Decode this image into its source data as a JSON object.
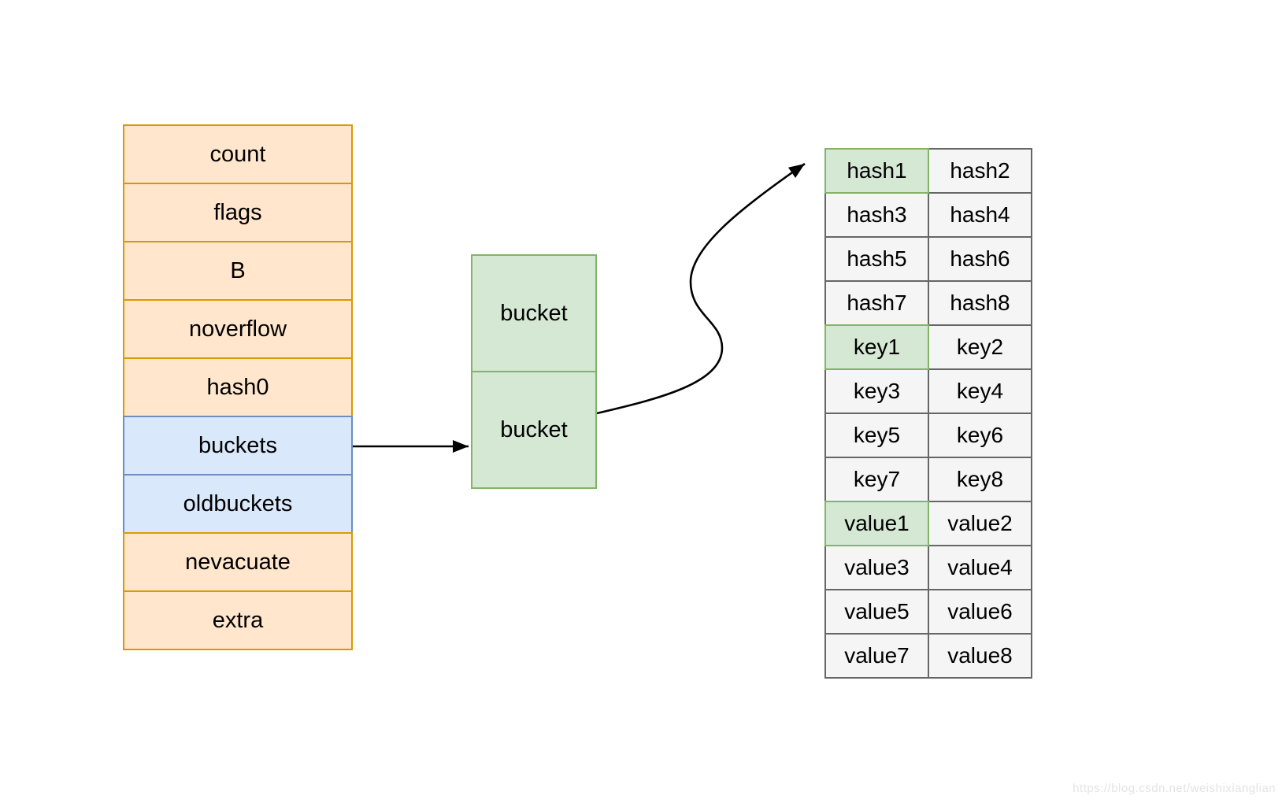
{
  "diagram": {
    "title_hint": "go hmap structure diagram",
    "hmap": {
      "cells": [
        {
          "label": "count",
          "type": "orange"
        },
        {
          "label": "flags",
          "type": "orange"
        },
        {
          "label": "B",
          "type": "orange"
        },
        {
          "label": "noverflow",
          "type": "orange"
        },
        {
          "label": "hash0",
          "type": "orange"
        },
        {
          "label": "buckets",
          "type": "blue"
        },
        {
          "label": "oldbuckets",
          "type": "blue"
        },
        {
          "label": "nevacuate",
          "type": "orange"
        },
        {
          "label": "extra",
          "type": "orange"
        }
      ]
    },
    "bucket_list": {
      "cells": [
        {
          "label": "bucket"
        },
        {
          "label": "bucket"
        }
      ]
    },
    "bucket_detail": {
      "rows": [
        [
          {
            "text": "hash1",
            "highlight": true
          },
          {
            "text": "hash2",
            "highlight": false
          }
        ],
        [
          {
            "text": "hash3",
            "highlight": false
          },
          {
            "text": "hash4",
            "highlight": false
          }
        ],
        [
          {
            "text": "hash5",
            "highlight": false
          },
          {
            "text": "hash6",
            "highlight": false
          }
        ],
        [
          {
            "text": "hash7",
            "highlight": false
          },
          {
            "text": "hash8",
            "highlight": false
          }
        ],
        [
          {
            "text": "key1",
            "highlight": true
          },
          {
            "text": "key2",
            "highlight": false
          }
        ],
        [
          {
            "text": "key3",
            "highlight": false
          },
          {
            "text": "key4",
            "highlight": false
          }
        ],
        [
          {
            "text": "key5",
            "highlight": false
          },
          {
            "text": "key6",
            "highlight": false
          }
        ],
        [
          {
            "text": "key7",
            "highlight": false
          },
          {
            "text": "key8",
            "highlight": false
          }
        ],
        [
          {
            "text": "value1",
            "highlight": true
          },
          {
            "text": "value2",
            "highlight": false
          }
        ],
        [
          {
            "text": "value3",
            "highlight": false
          },
          {
            "text": "value4",
            "highlight": false
          }
        ],
        [
          {
            "text": "value5",
            "highlight": false
          },
          {
            "text": "value6",
            "highlight": false
          }
        ],
        [
          {
            "text": "value7",
            "highlight": false
          },
          {
            "text": "value8",
            "highlight": false
          }
        ]
      ]
    },
    "colors": {
      "orange_fill": "#FFE6CC",
      "orange_border": "#D79B00",
      "blue_fill": "#DAE8FC",
      "blue_border": "#6C8EBF",
      "green_fill": "#D5E8D4",
      "green_border": "#82B366",
      "gray_fill": "#F5F5F5",
      "gray_border": "#666666",
      "arrow": "#000000",
      "watermark": "#E4E4E4"
    },
    "watermark": "https://blog.csdn.net/weishixianglian"
  }
}
